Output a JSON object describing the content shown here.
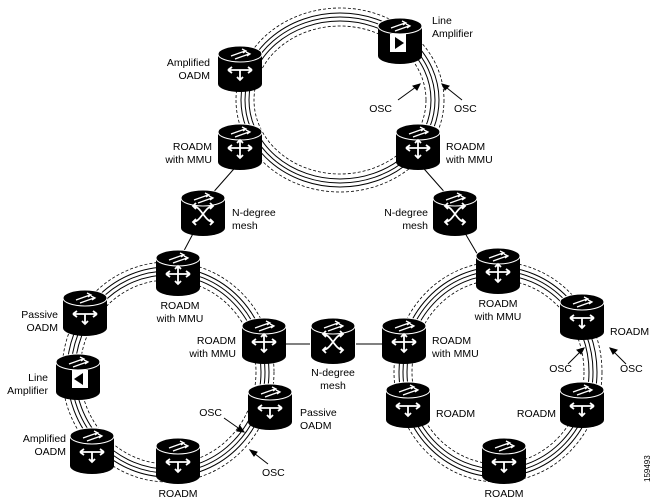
{
  "labels": {
    "amp_oadm_top": [
      "Amplified",
      "OADM"
    ],
    "line_amp_top": [
      "Line",
      "Amplifier"
    ],
    "osc_top_left": "OSC",
    "osc_top_right": "OSC",
    "roadm_mmu_top_left": [
      "ROADM",
      "with MMU"
    ],
    "roadm_mmu_top_right": [
      "ROADM",
      "with MMU"
    ],
    "mesh_left": [
      "N-degree",
      "mesh"
    ],
    "mesh_right": [
      "N-degree",
      "mesh"
    ],
    "mesh_center": [
      "N-degree",
      "mesh"
    ],
    "roadm_mmu_left_top": [
      "ROADM",
      "with MMU"
    ],
    "passive_oadm_left": [
      "Passive",
      "OADM"
    ],
    "roadm_mmu_left_right": [
      "ROADM",
      "with MMU"
    ],
    "line_amp_left": [
      "Line",
      "Amplifier"
    ],
    "osc_left_bottom": "OSC",
    "passive_oadm_bottom": [
      "Passive",
      "OADM"
    ],
    "amp_oadm_left": [
      "Amplified",
      "OADM"
    ],
    "osc_left_bottom2": "OSC",
    "roadm_left_bottom": "ROADM",
    "roadm_mmu_right_left": [
      "ROADM",
      "with MMU"
    ],
    "roadm_mmu_right_top": [
      "ROADM",
      "with MMU"
    ],
    "roadm_right_side": "ROADM",
    "osc_right_a": "OSC",
    "osc_right_b": "OSC",
    "roadm_right_a": "ROADM",
    "roadm_right_b": "ROADM",
    "roadm_right_bottom": "ROADM",
    "figure_id": "159493"
  }
}
